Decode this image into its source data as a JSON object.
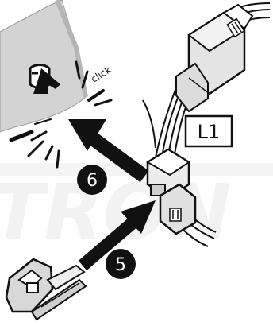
{
  "figure": {
    "connector_label": "L1",
    "click_text": "click",
    "steps": [
      "5",
      "6"
    ],
    "watermark": "TRON",
    "colors": {
      "background": "#ffffff",
      "hand_grey": "#d0d0d0",
      "ink": "#111111",
      "connector_fill": "#e6e6e6"
    },
    "icons": [
      "hand-icon",
      "press-arrow-icon",
      "tool-icon",
      "connector-icon",
      "plug-icon"
    ]
  }
}
